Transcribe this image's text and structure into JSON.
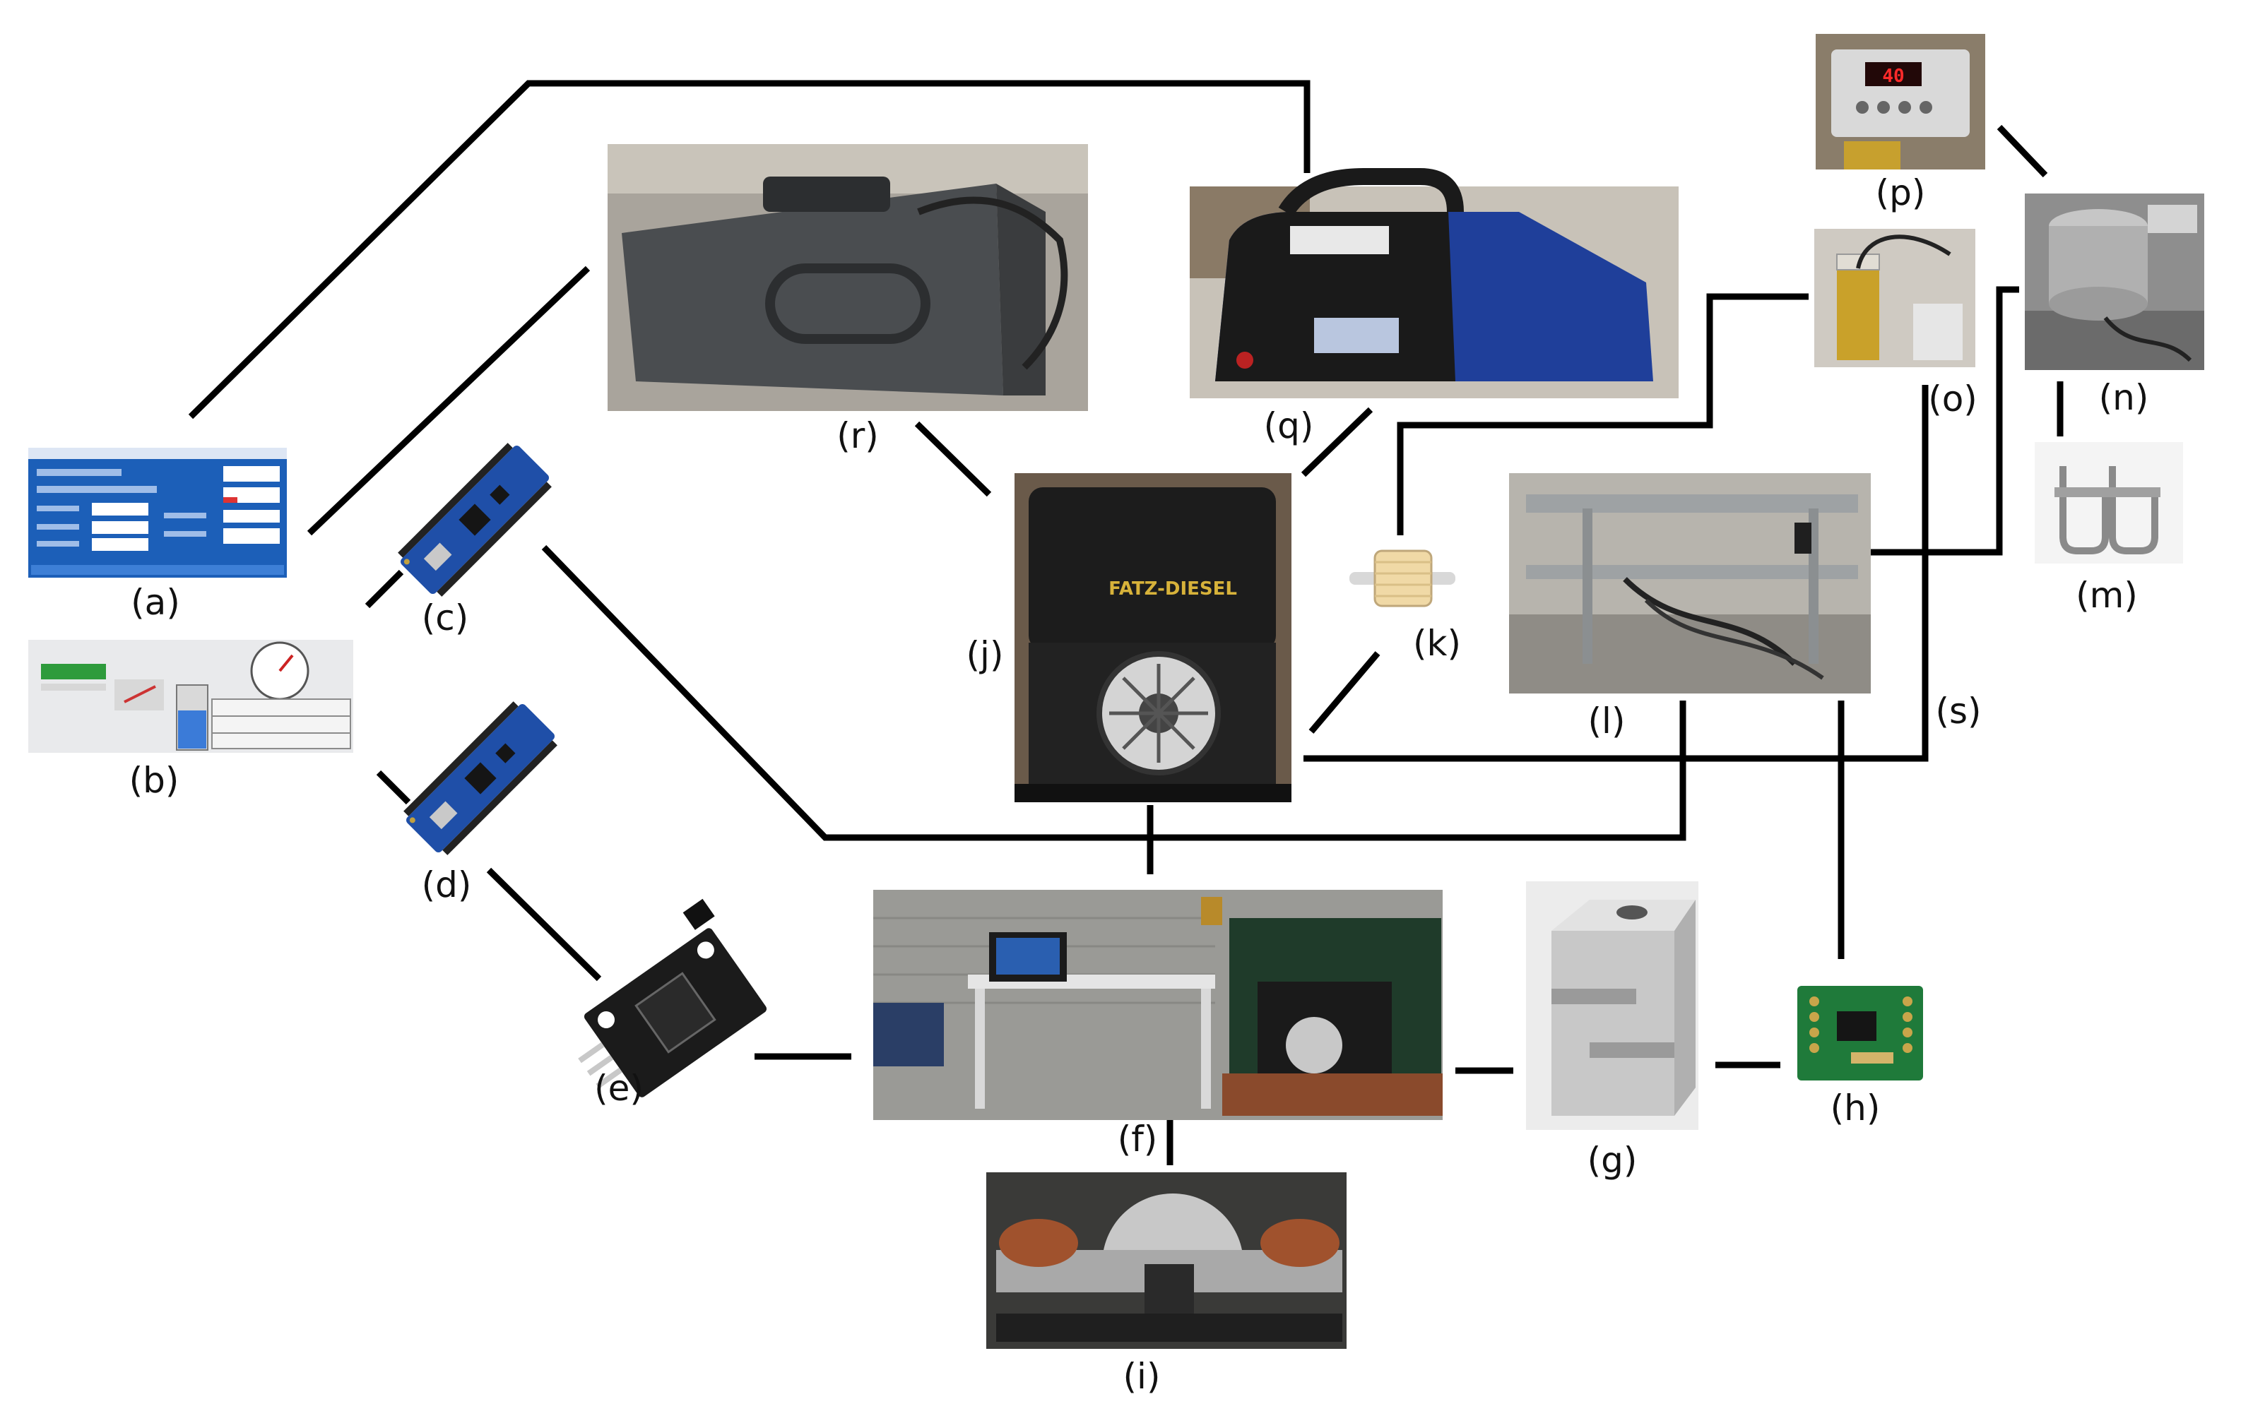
{
  "labels": {
    "a": "(a)",
    "b": "(b)",
    "c": "(c)",
    "d": "(d)",
    "e": "(e)",
    "f": "(f)",
    "g": "(g)",
    "h": "(h)",
    "i": "(i)",
    "j": "(j)",
    "k": "(k)",
    "l": "(l)",
    "m": "(m)",
    "n": "(n)",
    "o": "(o)",
    "p": "(p)",
    "q": "(q)",
    "r": "(r)",
    "s": "(s)"
  },
  "engine_brand": "FATZ-DIESEL",
  "display_reading": "40",
  "colors": {
    "line": "#000000",
    "hmi_blue": "#1c5fb8",
    "pcb_blue": "#1f4fa8",
    "pcb_green": "#1f7a3a",
    "sensor_black": "#1b1b1b",
    "analyzer_blue": "#1f3f9a",
    "case_gray": "#4a4d50",
    "frame_gray": "#9ea2a4",
    "wood": "#8a4a2c",
    "fuel": "#c9a12a"
  }
}
